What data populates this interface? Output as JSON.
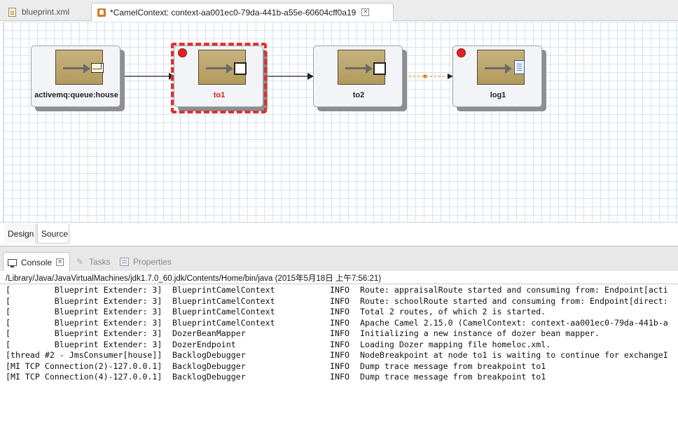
{
  "editor_tabs": [
    {
      "label": "blueprint.xml",
      "active": false
    },
    {
      "label": "*CamelContext: context-aa001ec0-79da-441b-a55e-60604cff0a19",
      "active": true
    }
  ],
  "diagram": {
    "nodes": [
      {
        "label": "activemq:queue:house",
        "icon": "envelope-icon",
        "breakpoint": false,
        "selected": false
      },
      {
        "label": "to1",
        "icon": "endpoint-box-icon",
        "breakpoint": true,
        "selected": true
      },
      {
        "label": "to2",
        "icon": "endpoint-box-icon",
        "breakpoint": false,
        "selected": false
      },
      {
        "label": "log1",
        "icon": "log-document-icon",
        "breakpoint": true,
        "selected": false
      }
    ],
    "colors": {
      "breakpoint": "#e02222",
      "selection": "#e03030",
      "suspended_link": "#e08a20"
    }
  },
  "design_tabs": {
    "design": "Design",
    "source": "Source"
  },
  "console_tabs": {
    "console": "Console",
    "tasks": "Tasks",
    "properties": "Properties"
  },
  "console": {
    "path": "/Library/Java/JavaVirtualMachines/jdk1.7.0_60.jdk/Contents/Home/bin/java (2015年5月18日 上午7:56:21)",
    "lines": [
      {
        "thread": "[         Blueprint Extender: 3]",
        "logger": "BlueprintCamelContext",
        "level": "INFO",
        "message": "Route: appraisalRoute started and consuming from: Endpoint[acti"
      },
      {
        "thread": "[         Blueprint Extender: 3]",
        "logger": "BlueprintCamelContext",
        "level": "INFO",
        "message": "Route: schoolRoute started and consuming from: Endpoint[direct:"
      },
      {
        "thread": "[         Blueprint Extender: 3]",
        "logger": "BlueprintCamelContext",
        "level": "INFO",
        "message": "Total 2 routes, of which 2 is started."
      },
      {
        "thread": "[         Blueprint Extender: 3]",
        "logger": "BlueprintCamelContext",
        "level": "INFO",
        "message": "Apache Camel 2.15.0 (CamelContext: context-aa001ec0-79da-441b-a"
      },
      {
        "thread": "[         Blueprint Extender: 3]",
        "logger": "DozerBeanMapper",
        "level": "INFO",
        "message": "Initializing a new instance of dozer bean mapper."
      },
      {
        "thread": "[         Blueprint Extender: 3]",
        "logger": "DozerEndpoint",
        "level": "INFO",
        "message": "Loading Dozer mapping file homeloc.xml."
      },
      {
        "thread": "[thread #2 - JmsConsumer[house]]",
        "logger": "BacklogDebugger",
        "level": "INFO",
        "message": "NodeBreakpoint at node to1 is waiting to continue for exchangeI"
      },
      {
        "thread": "[MI TCP Connection(2)-127.0.0.1]",
        "logger": "BacklogDebugger",
        "level": "INFO",
        "message": "Dump trace message from breakpoint to1"
      },
      {
        "thread": "[MI TCP Connection(4)-127.0.0.1]",
        "logger": "BacklogDebugger",
        "level": "INFO",
        "message": "Dump trace message from breakpoint to1"
      }
    ]
  }
}
